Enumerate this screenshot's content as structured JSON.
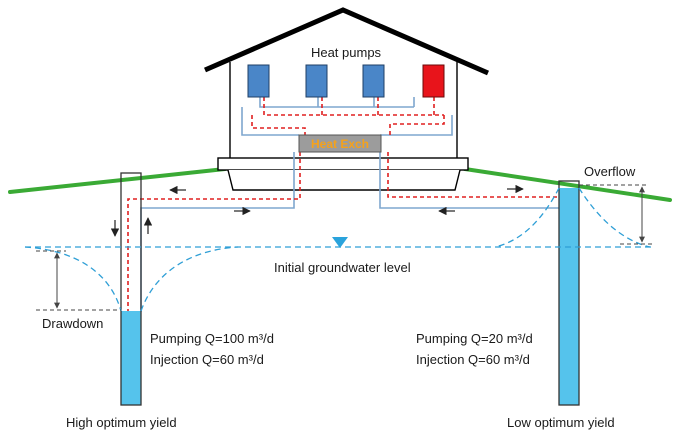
{
  "labels": {
    "heat_pumps": "Heat pumps",
    "heat_exchanger": "Heat Exch",
    "overflow": "Overflow",
    "initial_groundwater_level": "Initial groundwater level",
    "drawdown": "Drawdown",
    "left_pumping": "Pumping Q=100 m³/d",
    "left_injection": "Injection Q=60 m³/d",
    "right_pumping": "Pumping Q=20 m³/d",
    "right_injection": "Injection Q=60 m³/d",
    "high_yield": "High optimum yield",
    "low_yield": "Low optimum yield"
  },
  "colors": {
    "ground": "#3aaa35",
    "heat_pump_blue": "#4a86c8",
    "heat_pump_red": "#e8141b",
    "hot_line": "#e02020",
    "cold_line": "#7fa7cf",
    "water_fill": "#55c3ec",
    "water_level": "#2f9fd6",
    "heat_exchanger_fill": "#9c9c9c",
    "heat_exchanger_text": "#f5a21b"
  }
}
